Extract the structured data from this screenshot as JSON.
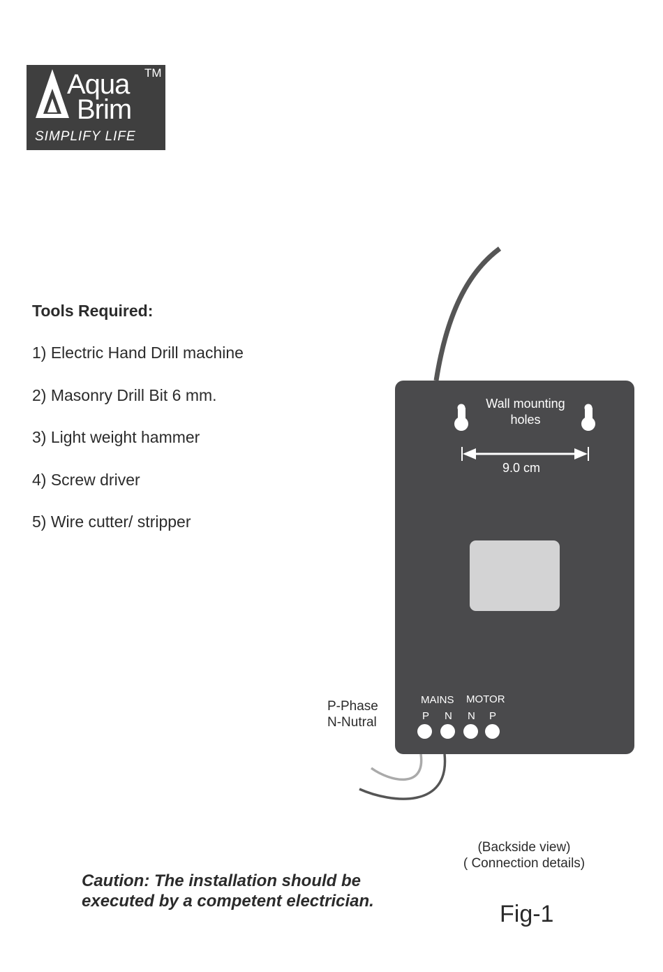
{
  "brand": {
    "name_line1": "Aqua",
    "name_line2": "Brim",
    "trademark": "TM",
    "tagline": "SIMPLIFY LIFE"
  },
  "tools": {
    "title": "Tools Required:",
    "items": [
      "1) Electric Hand Drill machine",
      "2) Masonry Drill Bit 6 mm.",
      "3) Light weight hammer",
      "4) Screw driver",
      "5) Wire cutter/ stripper"
    ]
  },
  "figure": {
    "mounting_label": "Wall mounting holes",
    "dimension_label": "9.0 cm",
    "mains_label": "MAINS",
    "motor_label": "MOTOR",
    "terminals": [
      "P",
      "N",
      "N",
      "P"
    ],
    "legend_line1": "P-Phase",
    "legend_line2": "N-Nutral",
    "caption_line1": "(Backside view)",
    "caption_line2": "( Connection details)",
    "fig_label": "Fig-1",
    "colors": {
      "device": "#4a4a4c",
      "window": "#d3d3d4",
      "cable": "#555555"
    }
  },
  "caution": "Caution: The installation should be executed by a competent electrician."
}
